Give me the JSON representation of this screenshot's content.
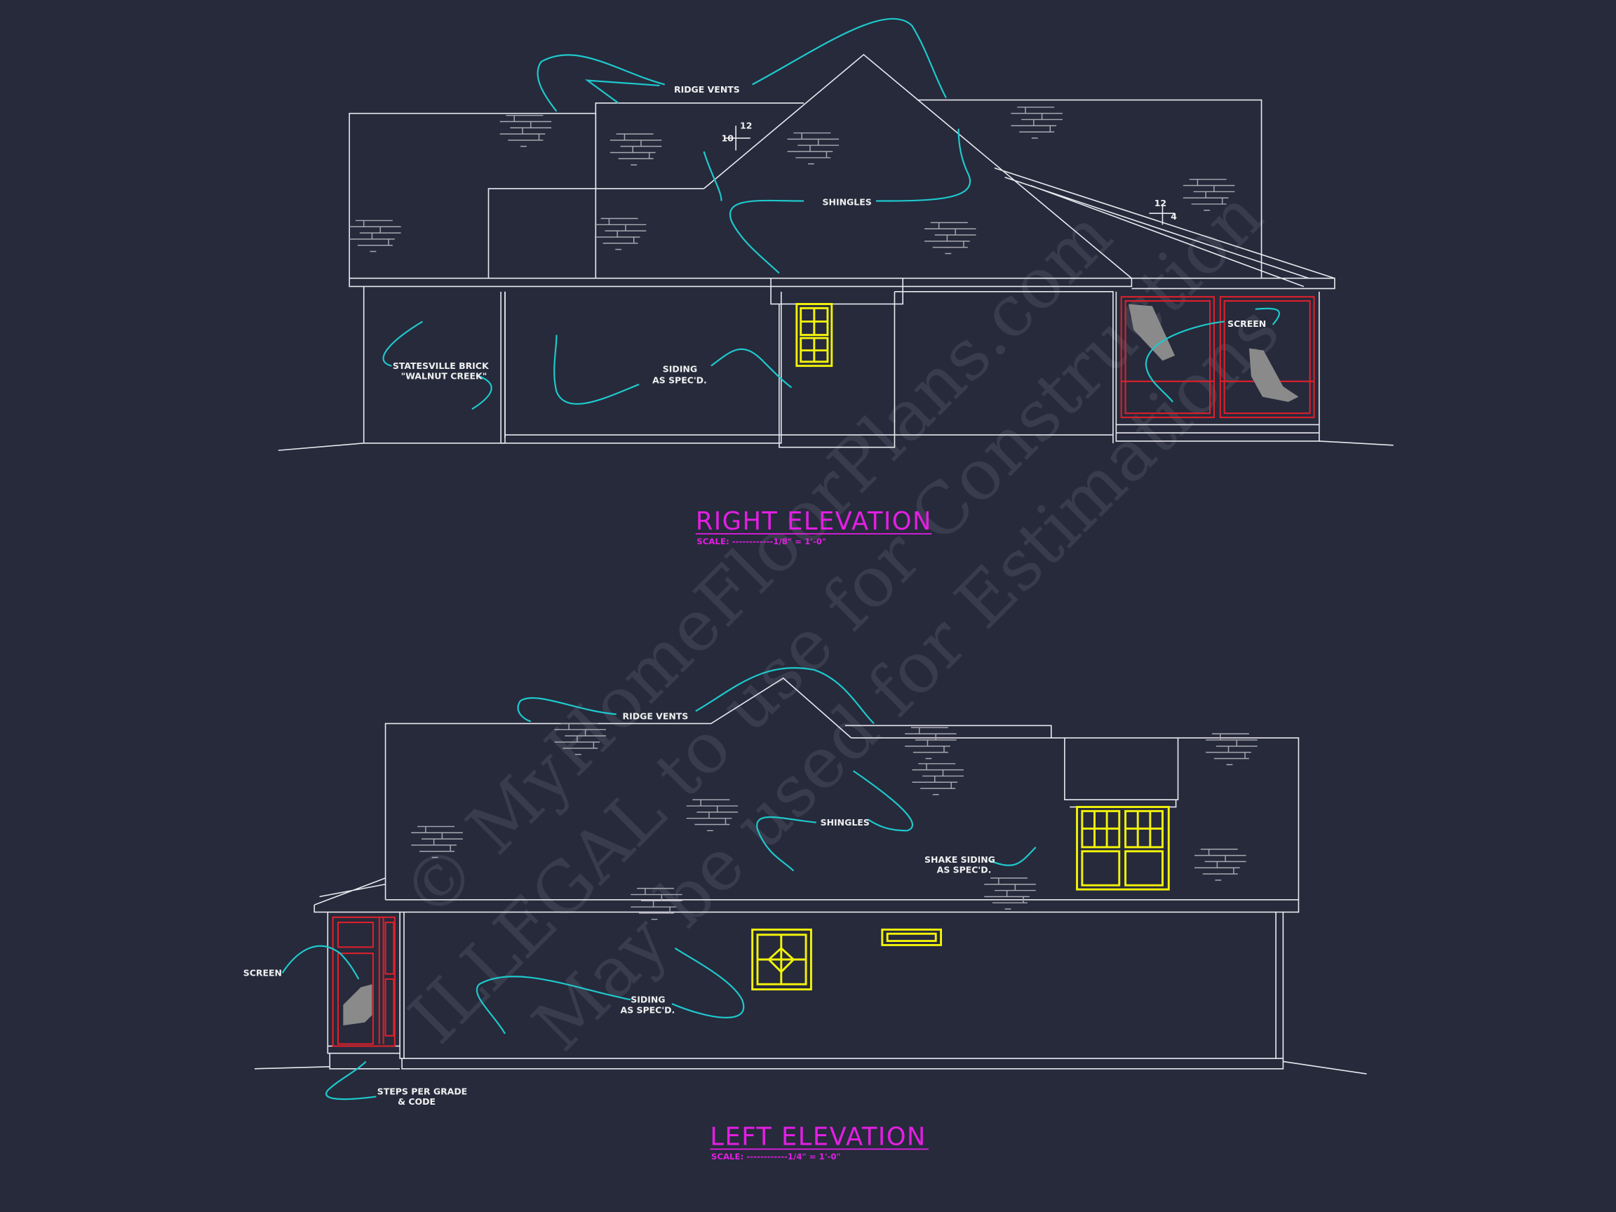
{
  "right_elevation": {
    "title": "RIGHT ELEVATION",
    "scale": "SCALE: ------------1/8\" = 1'-0\"",
    "labels": {
      "ridge_vents": "RIDGE VENTS",
      "shingles": "SHINGLES",
      "brick_1": "STATESVILLE BRICK",
      "brick_2": "\"WALNUT CREEK\"",
      "siding_1": "SIDING",
      "siding_2": "AS SPEC'D.",
      "screen": "SCREEN",
      "pitch_main_rise": "10",
      "pitch_main_run": "12",
      "pitch_porch_run": "12",
      "pitch_porch_rise": "4"
    }
  },
  "left_elevation": {
    "title": "LEFT ELEVATION",
    "scale": "SCALE: ------------1/4\" = 1'-0\"",
    "labels": {
      "ridge_vents": "RIDGE VENTS",
      "shingles": "SHINGLES",
      "shake_1": "SHAKE SIDING",
      "shake_2": "AS SPEC'D.",
      "screen": "SCREEN",
      "siding_1": "SIDING",
      "siding_2": "AS SPEC'D.",
      "steps_1": "STEPS PER GRADE",
      "steps_2": "& CODE"
    }
  },
  "watermark": {
    "line1": "© MyHomeFloorPlans.com",
    "line2": "ILLEGAL to use for Construction",
    "line3": "May be used for Estimations"
  },
  "colors": {
    "background": "#262a3b",
    "linework": "#e8e8ee",
    "leader": "#1ec8cc",
    "title": "#e41ee4",
    "window": "#f2f20a",
    "screen": "#e0202a"
  }
}
